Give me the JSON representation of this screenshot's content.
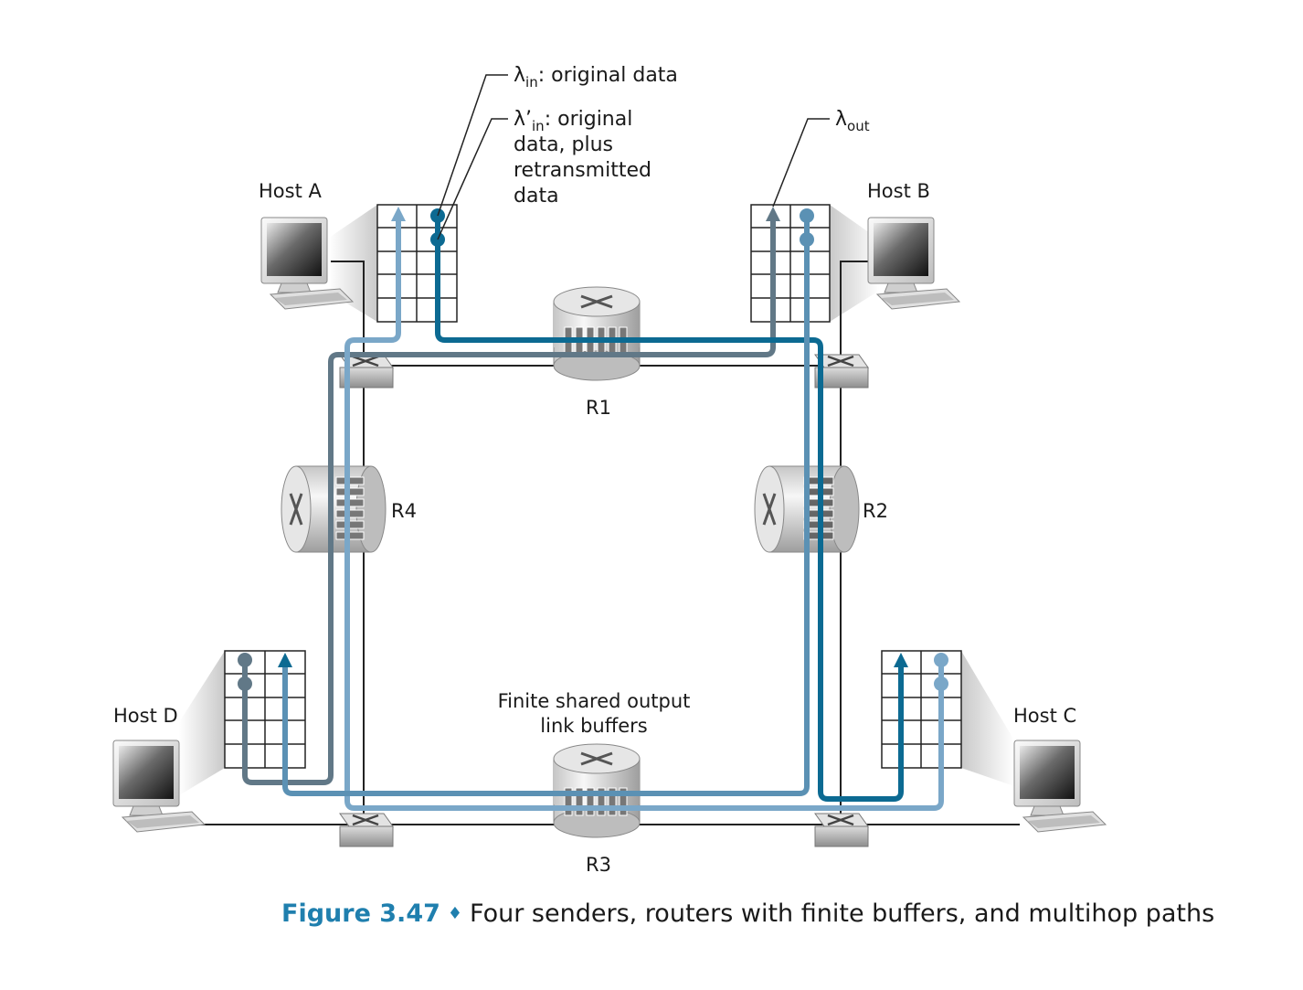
{
  "labels": {
    "lambda_in": "λ",
    "lambda_in_sub": "in",
    "lambda_in_desc": ": original data",
    "lambda_in_prime": "λ’",
    "lambda_in_prime_sub": "in",
    "lambda_in_prime_desc_1": ": original",
    "lambda_in_prime_desc_2": "data, plus",
    "lambda_in_prime_desc_3": "retransmitted",
    "lambda_in_prime_desc_4": "data",
    "lambda_out": "λ",
    "lambda_out_sub": "out",
    "buffers_1": "Finite shared output",
    "buffers_2": "link buffers"
  },
  "hosts": {
    "a": "Host A",
    "b": "Host B",
    "c": "Host C",
    "d": "Host D"
  },
  "routers": {
    "r1": "R1",
    "r2": "R2",
    "r3": "R3",
    "r4": "R4"
  },
  "caption": {
    "figure": "Figure 3.47",
    "separator": "♦",
    "text": "Four senders, routers with finite buffers, and multihop paths"
  },
  "colors": {
    "path_dark_blue": "#0c6a92",
    "path_light_blue": "#7aa7c8",
    "path_slate": "#617887",
    "path_mid_blue": "#5b91b4",
    "accent": "#1f7fae"
  }
}
